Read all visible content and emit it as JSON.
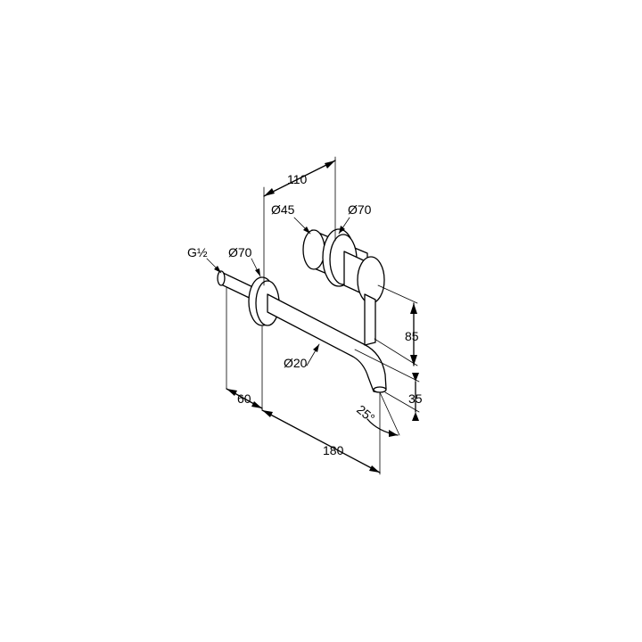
{
  "labels": {
    "thread": "G½",
    "spout_rosette": "Ø70",
    "spout_diameter": "Ø20",
    "knob": "Ø45",
    "mixer_rosette": "Ø70",
    "depth_handle": "110",
    "depth_spout": "60",
    "projection": "180",
    "height": "85",
    "offset": "35",
    "angle": "25°"
  }
}
